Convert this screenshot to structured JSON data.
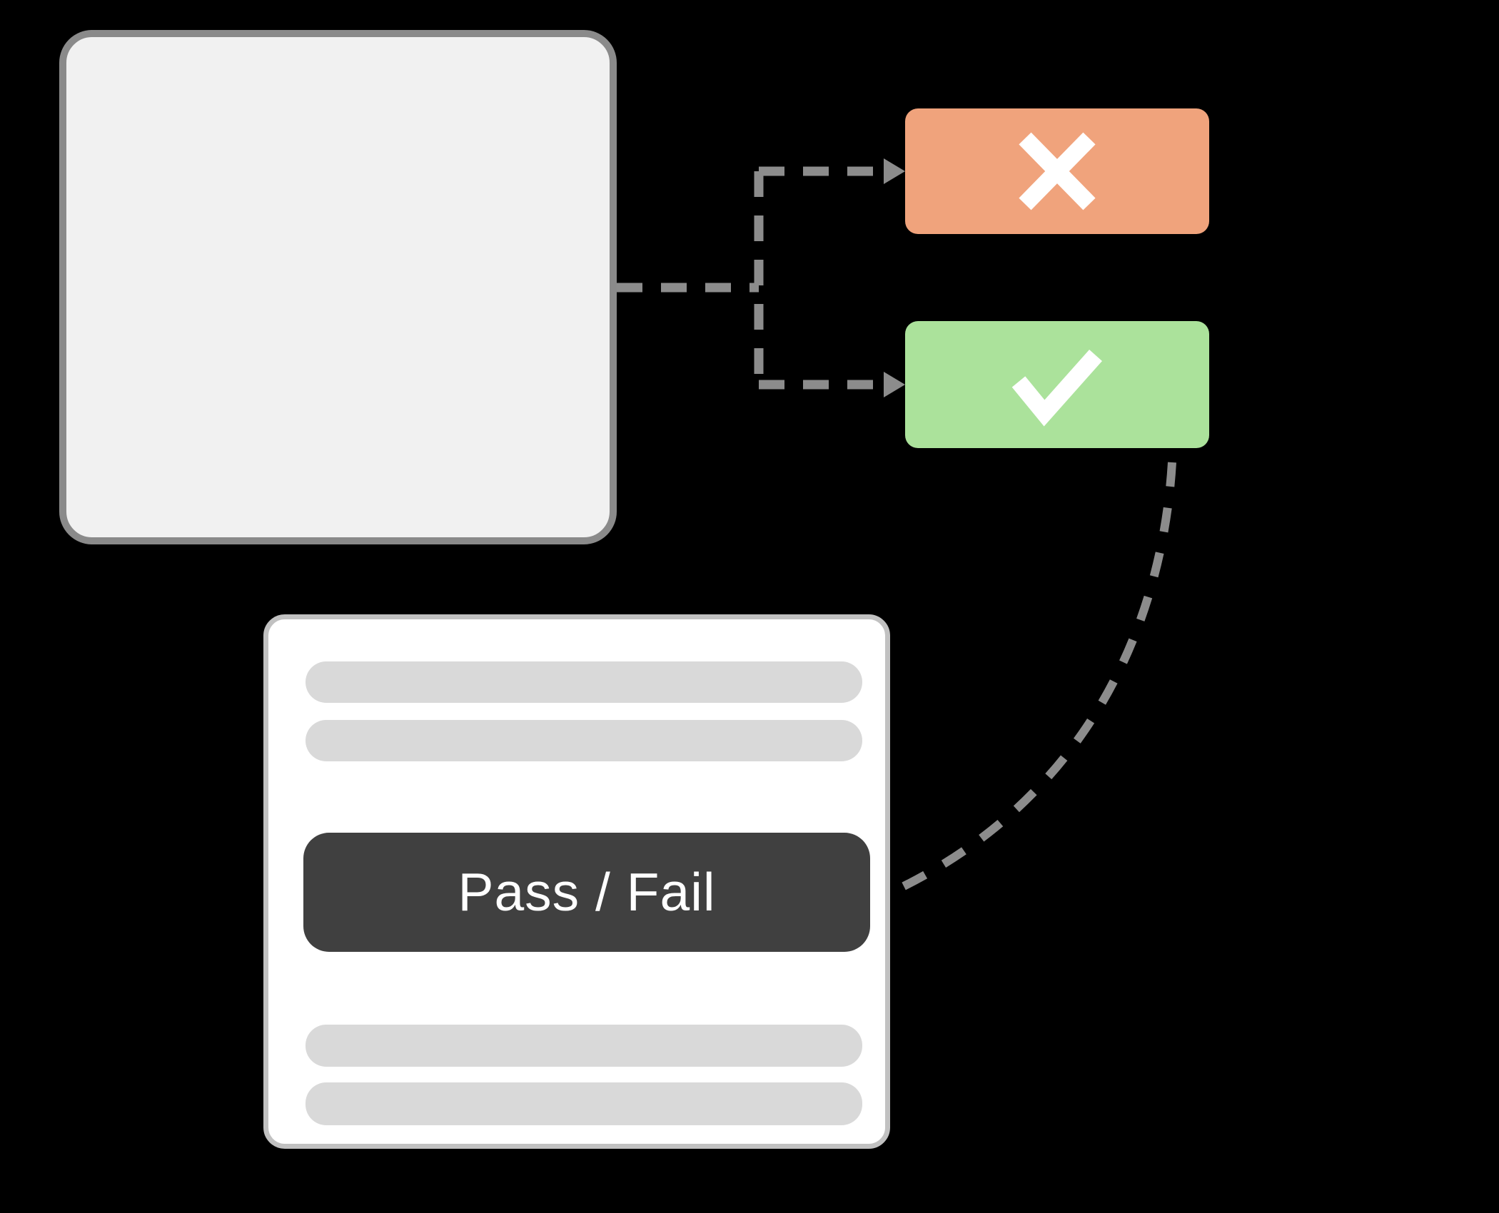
{
  "diagram": {
    "source_box": {
      "description_icon": "blank-panel"
    },
    "outcomes": {
      "fail": {
        "icon": "x-icon",
        "color": "#F0A37C"
      },
      "pass": {
        "icon": "check-icon",
        "color": "#ABE29B"
      }
    },
    "card": {
      "button_label": "Pass / Fail",
      "placeholder_bar_count": 4
    }
  },
  "colors": {
    "background": "#000000",
    "box_fill": "#F1F1F1",
    "box_border": "#8A8A8A",
    "fail": "#F0A37C",
    "pass": "#ABE29B",
    "card_fill": "#FFFFFF",
    "card_border": "#C1C1C1",
    "bar": "#D9D9D9",
    "button": "#404040",
    "button_text": "#FFFFFF",
    "connector": "#8C8C8C"
  }
}
